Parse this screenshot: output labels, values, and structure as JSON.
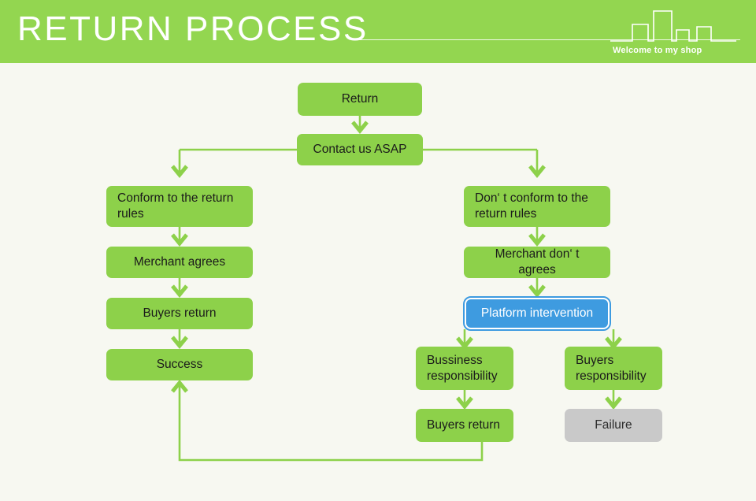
{
  "header": {
    "title": "RETURN PROCESS",
    "tagline": "Welcome to my shop",
    "brand_green": "#93d650",
    "title_color": "#ffffff",
    "skyline_icon": "skyline-bars-icon"
  },
  "canvas": {
    "background": "#f7f8f1",
    "node_green": "#8dd14a",
    "node_blue": "#3e9be0",
    "node_gray": "#c9c9c9",
    "connector_green": "#8dd14a"
  },
  "flowchart": {
    "type": "flowchart",
    "title": "RETURN PROCESS",
    "nodes": [
      {
        "id": "return",
        "label": "Return",
        "style": "green",
        "align": "center"
      },
      {
        "id": "contact",
        "label": "Contact us ASAP",
        "style": "green",
        "align": "center"
      },
      {
        "id": "conform",
        "label": "Conform to the return rules",
        "style": "green",
        "align": "left"
      },
      {
        "id": "merch_agree",
        "label": "Merchant agrees",
        "style": "green",
        "align": "center"
      },
      {
        "id": "buyers_ret_l",
        "label": "Buyers return",
        "style": "green",
        "align": "center"
      },
      {
        "id": "success",
        "label": "Success",
        "style": "green",
        "align": "center"
      },
      {
        "id": "not_conform",
        "label": "Don‘ t conform to the return rules",
        "style": "green",
        "align": "left"
      },
      {
        "id": "merch_disagree",
        "label": "Merchant don‘ t agrees",
        "style": "green",
        "align": "center"
      },
      {
        "id": "platform",
        "label": "Platform intervention",
        "style": "blue",
        "align": "center"
      },
      {
        "id": "bus_resp",
        "label": "Bussiness responsibility",
        "style": "green",
        "align": "left"
      },
      {
        "id": "buyer_resp",
        "label": "Buyers responsibility",
        "style": "green",
        "align": "left"
      },
      {
        "id": "buyers_ret_r",
        "label": "Buyers return",
        "style": "green",
        "align": "left"
      },
      {
        "id": "failure",
        "label": "Failure",
        "style": "gray",
        "align": "center"
      }
    ],
    "edges": [
      {
        "from": "return",
        "to": "contact"
      },
      {
        "from": "contact",
        "to": "conform"
      },
      {
        "from": "contact",
        "to": "not_conform"
      },
      {
        "from": "conform",
        "to": "merch_agree"
      },
      {
        "from": "merch_agree",
        "to": "buyers_ret_l"
      },
      {
        "from": "buyers_ret_l",
        "to": "success"
      },
      {
        "from": "not_conform",
        "to": "merch_disagree"
      },
      {
        "from": "merch_disagree",
        "to": "platform"
      },
      {
        "from": "platform",
        "to": "bus_resp"
      },
      {
        "from": "platform",
        "to": "buyer_resp"
      },
      {
        "from": "bus_resp",
        "to": "buyers_ret_r"
      },
      {
        "from": "buyer_resp",
        "to": "failure"
      },
      {
        "from": "buyers_ret_r",
        "to": "success"
      }
    ]
  }
}
